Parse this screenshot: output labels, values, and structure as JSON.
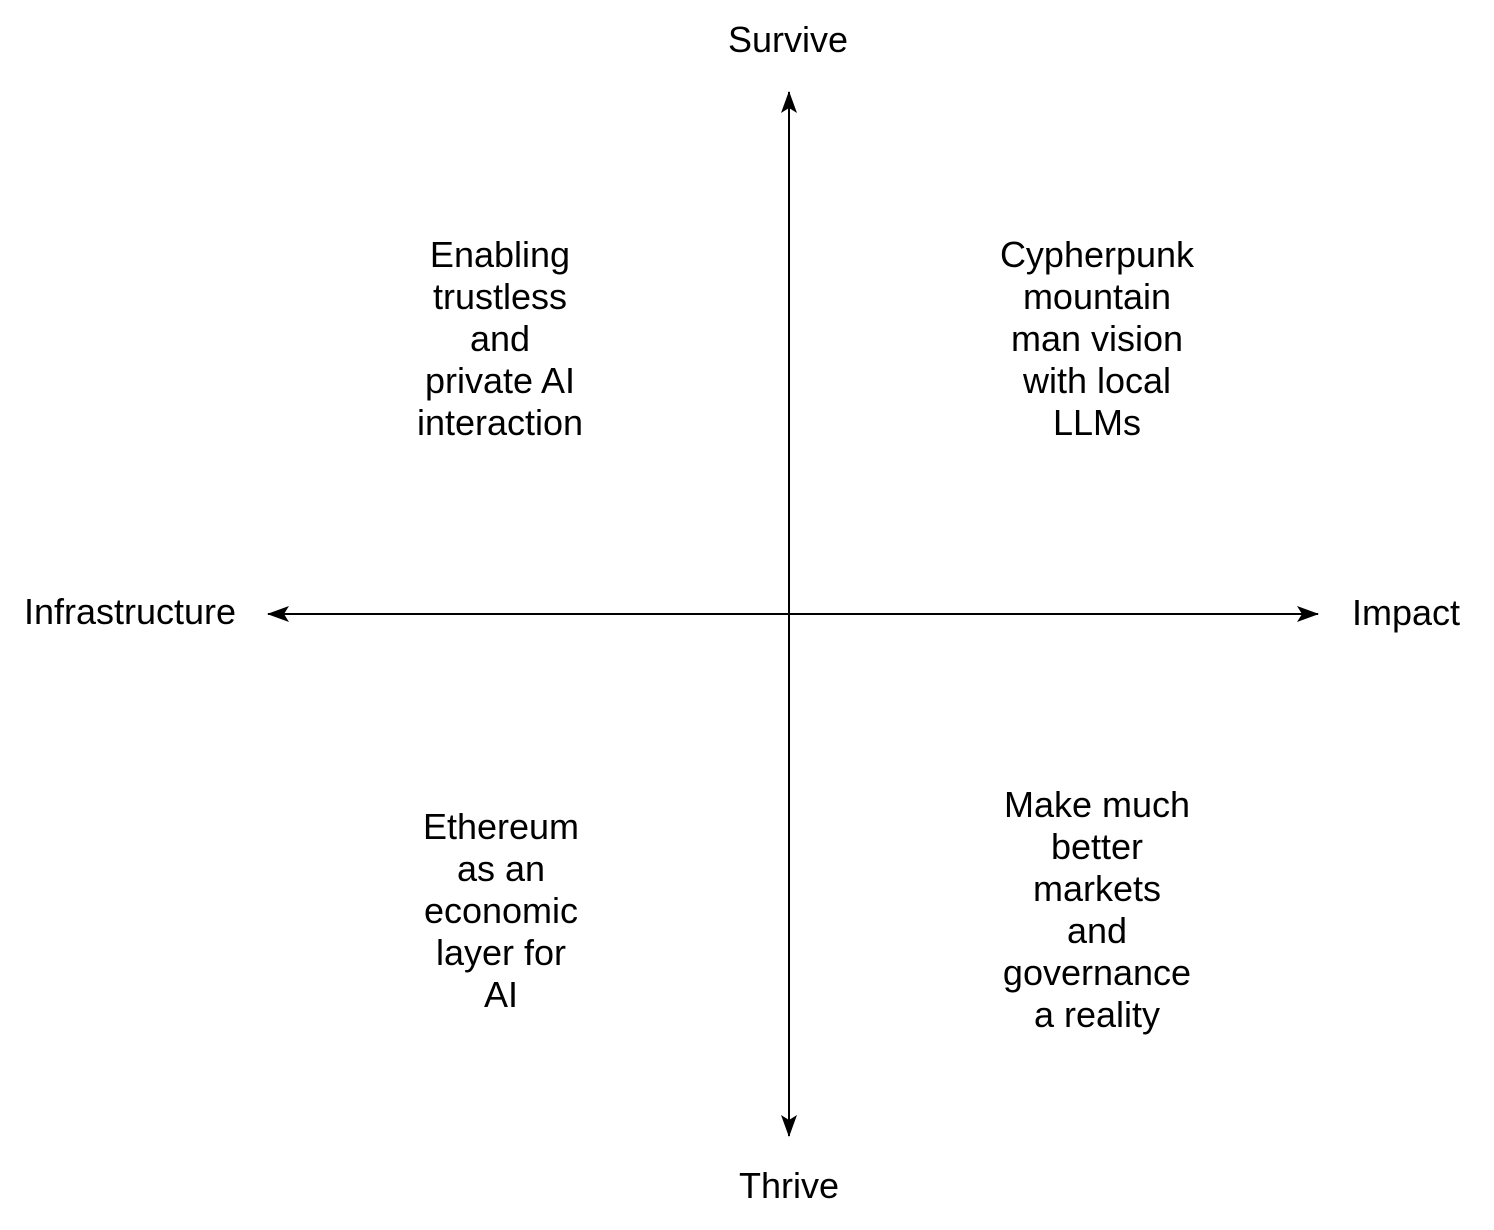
{
  "diagram": {
    "axis_labels": {
      "top": "Survive",
      "bottom": "Thrive",
      "left": "Infrastructure",
      "right": "Impact"
    },
    "quadrants": {
      "top_left": "Enabling\ntrustless\nand\nprivate AI\ninteraction",
      "top_right": "Cypherpunk\nmountain\nman vision\nwith local\nLLMs",
      "bottom_left": "Ethereum\nas an\neconomic\nlayer for\nAI",
      "bottom_right": "Make much\nbetter\nmarkets\nand\ngovernance\na reality"
    },
    "colors": {
      "line": "#000000",
      "text": "#000000",
      "background": "#ffffff"
    }
  }
}
